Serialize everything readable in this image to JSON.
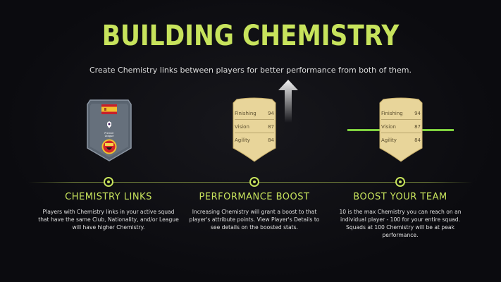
{
  "title": "BUILDING CHEMISTRY",
  "subtitle": "Create Chemistry links between players for better performance from both of them.",
  "accent_color": "#c7e35c",
  "link_color": "#7fd13f",
  "badge": {
    "league_text": "Premier League",
    "icons": [
      "spain-flag-icon",
      "premier-league-icon",
      "manchester-united-crest-icon"
    ]
  },
  "cards": [
    {
      "stats": [
        {
          "label": "Finishing",
          "value": "94"
        },
        {
          "label": "Vision",
          "value": "87"
        },
        {
          "label": "Agility",
          "value": "84"
        }
      ]
    },
    {
      "stats": [
        {
          "label": "Finishing",
          "value": "94"
        },
        {
          "label": "Vision",
          "value": "87"
        },
        {
          "label": "Agility",
          "value": "84"
        }
      ]
    }
  ],
  "sections": [
    {
      "heading": "CHEMISTRY LINKS",
      "body": "Players with Chemistry links in your active squad that have the same Club, Nationality, and/or League will have higher Chemistry."
    },
    {
      "heading": "PERFORMANCE BOOST",
      "body": "Increasing Chemistry will grant a boost to that player's attribute points. View Player's Details to see details on the boosted stats."
    },
    {
      "heading": "BOOST YOUR TEAM",
      "body": "10 is the max Chemistry you can reach on an individual player - 100 for your entire squad. Squads at 100 Chemistry will be at peak performance."
    }
  ]
}
